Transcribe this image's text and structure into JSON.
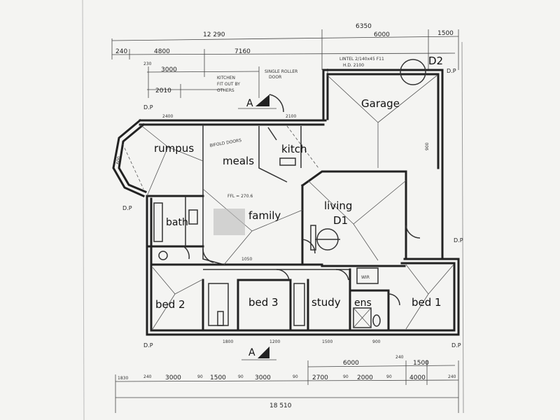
{
  "rooms": {
    "rumpus": "rumpus",
    "meals": "meals",
    "kitch": "kitch",
    "garage": "Garage",
    "family": "family",
    "living": "living",
    "d1": "D1",
    "bath": "bath",
    "bed2": "bed 2",
    "bed3": "bed 3",
    "study": "study",
    "ens": "ens",
    "bed1": "bed 1",
    "wir": "WIR",
    "d2": "D2"
  },
  "notes": {
    "kitchen_fitout": [
      "KITCHEN",
      "FIT OUT BY",
      "OTHERS"
    ],
    "roller_door": [
      "SINGLE ROLLER",
      "DOOR"
    ],
    "lintel": [
      "LINTEL 2/140x45 F11",
      "H.D. 2100"
    ],
    "bifold": "BIFOLD DOORS",
    "ffl": "FFL = 270.6",
    "section_a": "A",
    "dp": "D.P"
  },
  "dims_top": {
    "overall_left": "12 290",
    "overall_right": "6350",
    "d240": "240",
    "d4800": "4800",
    "d7160": "7160",
    "d6000": "6000",
    "d1500": "1500",
    "d3000": "3000",
    "d2010": "2010",
    "d230": "230"
  },
  "dims_bottom": {
    "d6000": "6000",
    "d240": "240",
    "d1500": "1500",
    "row": [
      "1830",
      "240",
      "3000",
      "90",
      "1500",
      "90",
      "3000",
      "90",
      "2700",
      "90",
      "2000",
      "90",
      "4000",
      "240"
    ],
    "overall": "18 510"
  },
  "window_codes": [
    "2400",
    "2100",
    "1800",
    "1200",
    "1500",
    "900",
    "600",
    "1050",
    "900"
  ]
}
